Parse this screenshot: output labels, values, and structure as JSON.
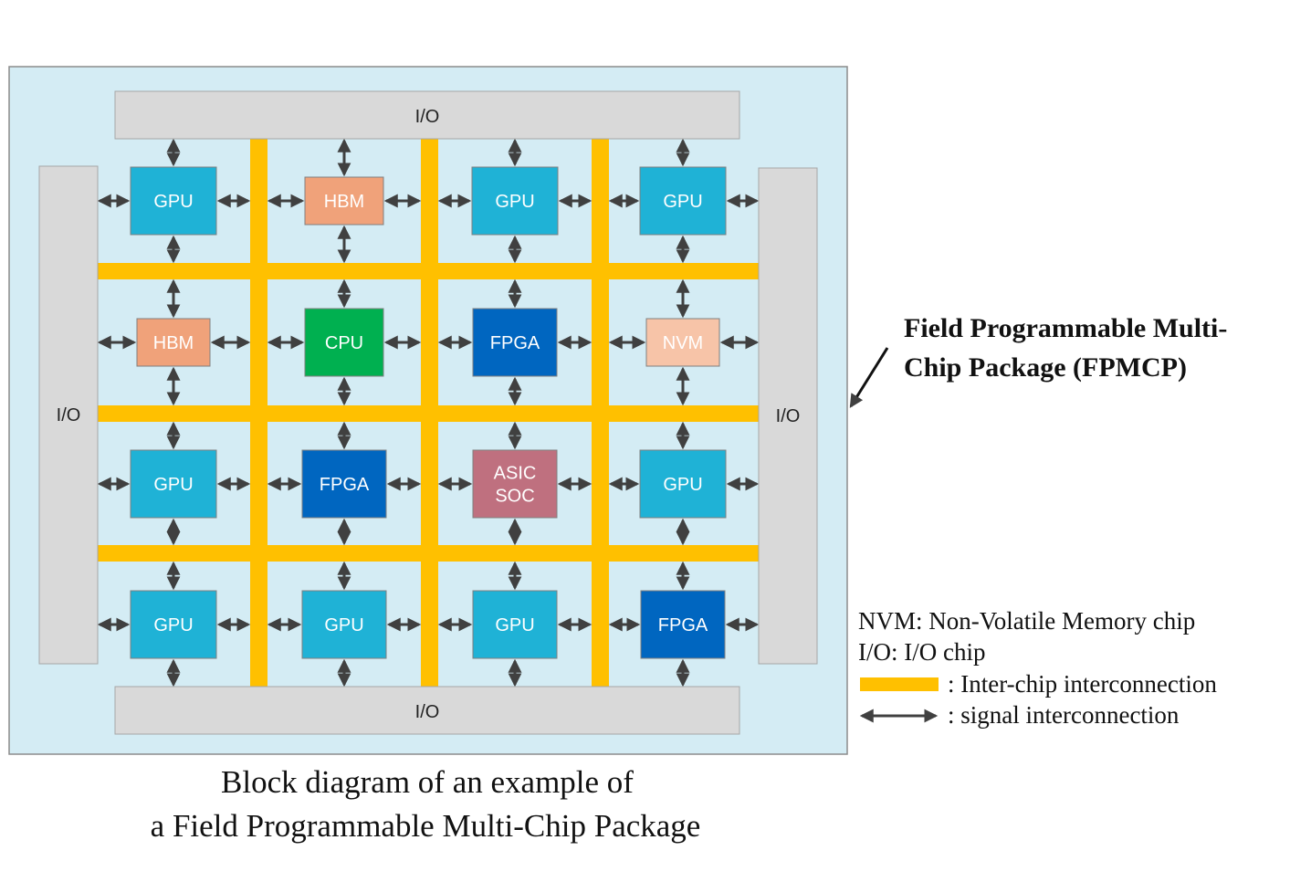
{
  "colors": {
    "package_bg": "#d4ecf4",
    "package_border": "#8c8c8c",
    "io_fill": "#d9d9d9",
    "bus": "#ffc000",
    "arrow": "#404040",
    "gpu": "#1fb2d6",
    "hbm": "#f0a27a",
    "cpu": "#00b050",
    "fpga": "#0066c0",
    "nvm": "#f7c4a8",
    "asic": "#bf707f"
  },
  "io": {
    "top": "I/O",
    "bottom": "I/O",
    "left": "I/O",
    "right": "I/O"
  },
  "chips": [
    [
      "GPU",
      "HBM",
      "GPU",
      "GPU"
    ],
    [
      "HBM",
      "CPU",
      "FPGA",
      "NVM"
    ],
    [
      "GPU",
      "FPGA",
      "ASIC SOC",
      "GPU"
    ],
    [
      "GPU",
      "GPU",
      "GPU",
      "FPGA"
    ]
  ],
  "title": {
    "line1": "Field Programmable Multi-",
    "line2": "Chip Package (FPMCP)"
  },
  "legend": {
    "nvm": "NVM: Non-Volatile Memory chip",
    "io": "I/O: I/O chip",
    "bus": ": Inter-chip interconnection",
    "signal": ": signal interconnection"
  },
  "caption": {
    "line1": "Block diagram of an example of",
    "line2": "a Field Programmable Multi-Chip Package"
  }
}
